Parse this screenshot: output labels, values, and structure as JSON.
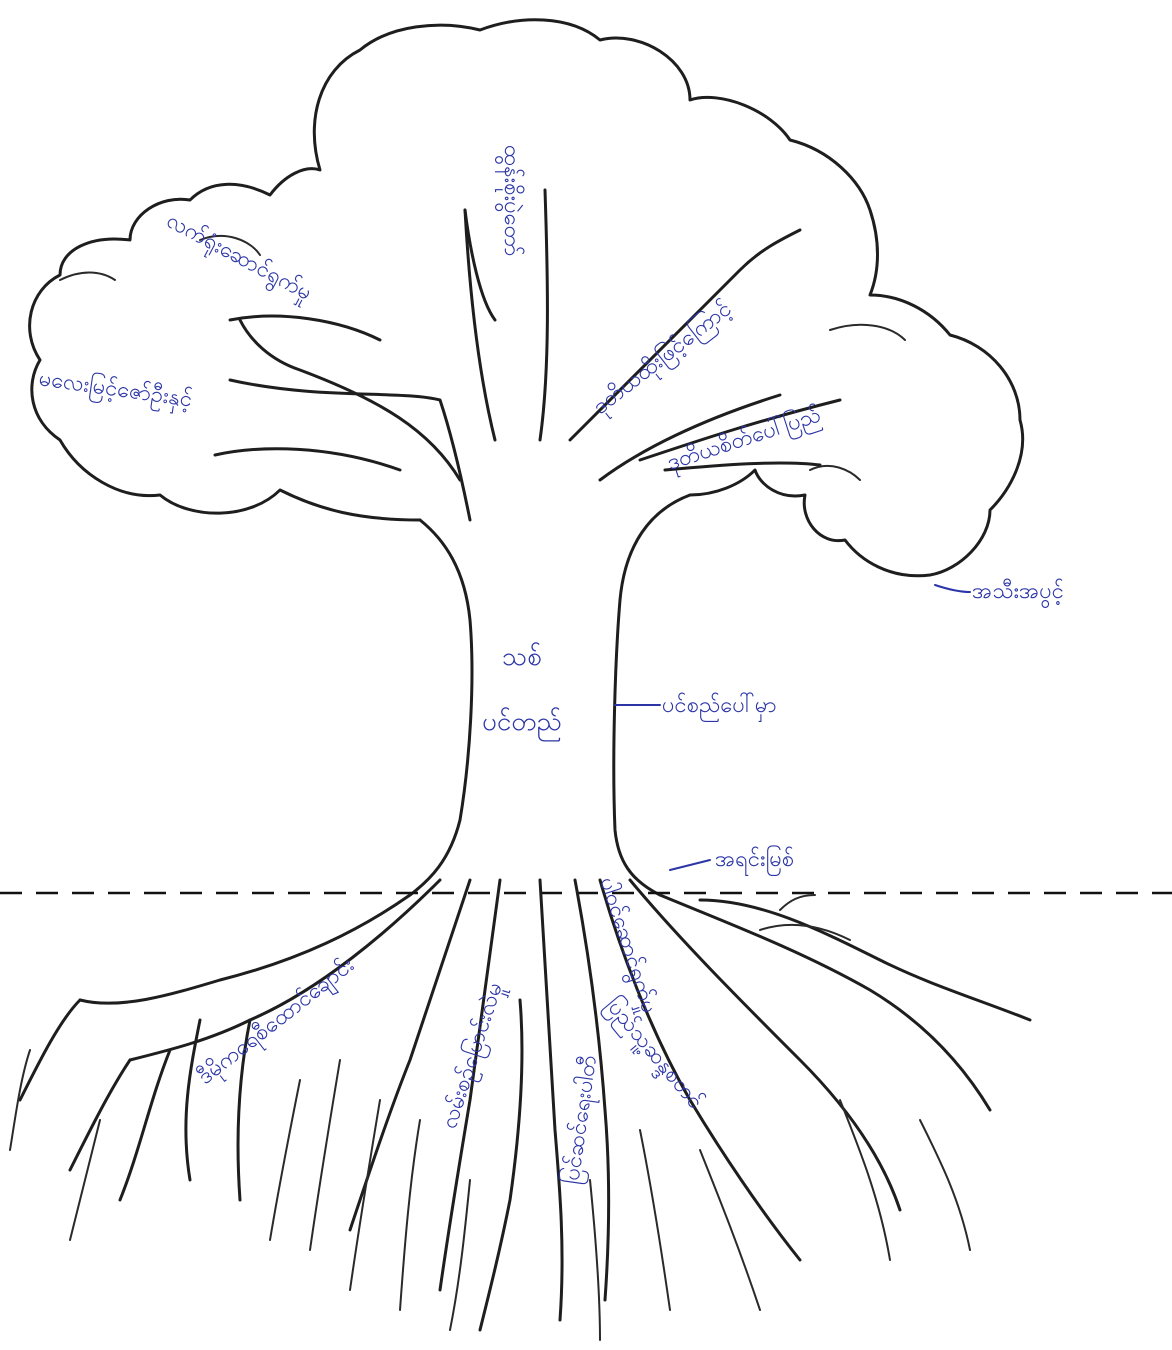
{
  "colors": {
    "ink": "#1e1e1e",
    "pen": "#2b35a6",
    "paper": "#ffffff"
  },
  "crown": {
    "center_branch": "ထွန်းစိုးပွဲတော်",
    "upper_left_branch": "လက်ရုံးဆောင်ရွက်မှု",
    "lower_left_branch": "မလေးမြင့်ဇော်ဦးနှင့်",
    "upper_right_branch": "ဒုတိယထိုးဖြင့်ကြောင့်",
    "lower_right_branch": "ဒုတိယစိတ်ပေါ်ပြည်"
  },
  "trunk": {
    "line1": "သစ်",
    "line2": "ပင်တည်"
  },
  "roots": {
    "root_1": "ဒီမိုကရေစီထောင်ချောင်း",
    "root_2": "လမ်းစဉ်ပြောင်းလဲမှု",
    "root_3": "ပြင်ဆင်ရေးပါတီ",
    "root_4": "ပါဝင်ဆောင်ရွက်မှု",
    "root_5": "ပြည်သူ့ဆန္ဒစတင်"
  },
  "annotations": {
    "fruit": "အသီးအပွင့်",
    "trunk": "ပင်စည်ပေါ်မှာ",
    "root_base": "အရင်းမြစ်"
  }
}
